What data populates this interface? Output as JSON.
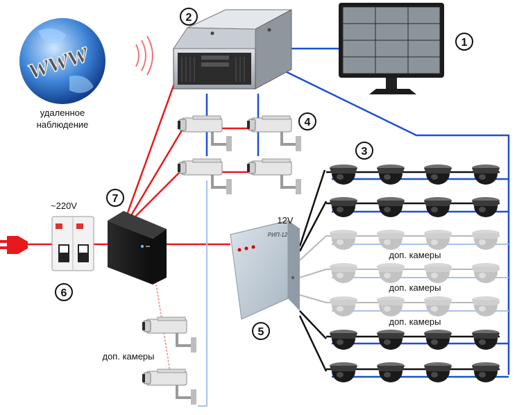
{
  "diagram": {
    "remote_label_line1": "удаленное",
    "remote_label_line2": "наблюдение",
    "globe_text": "www",
    "voltage_label": "~220V",
    "psu_voltage_label": "12V",
    "psu_model_label": "РИП-12",
    "extra_cameras_label": "доп. камеры",
    "numbers": {
      "monitor": "1",
      "server": "2",
      "dome_cameras": "3",
      "bullet_cameras": "4",
      "power_supply": "5",
      "circuit_breaker": "6",
      "ups": "7"
    },
    "colors": {
      "power_line": "#e8191c",
      "video_line": "#1e4fd6",
      "video_line_light": "#a9c0ee",
      "power_line_light": "#f2a0a0",
      "low_voltage_line": "#111111",
      "low_voltage_line_light": "#b8b8b8"
    }
  }
}
